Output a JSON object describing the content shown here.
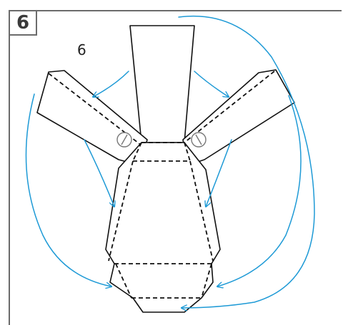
{
  "step": {
    "number": "6",
    "label": "6"
  },
  "colors": {
    "arrow": "#1e9ad6",
    "outline": "#111111",
    "frame": "#6b6b6b",
    "glue_mark": "#777777"
  },
  "icons": {
    "glue_mark": "circle-slash"
  }
}
